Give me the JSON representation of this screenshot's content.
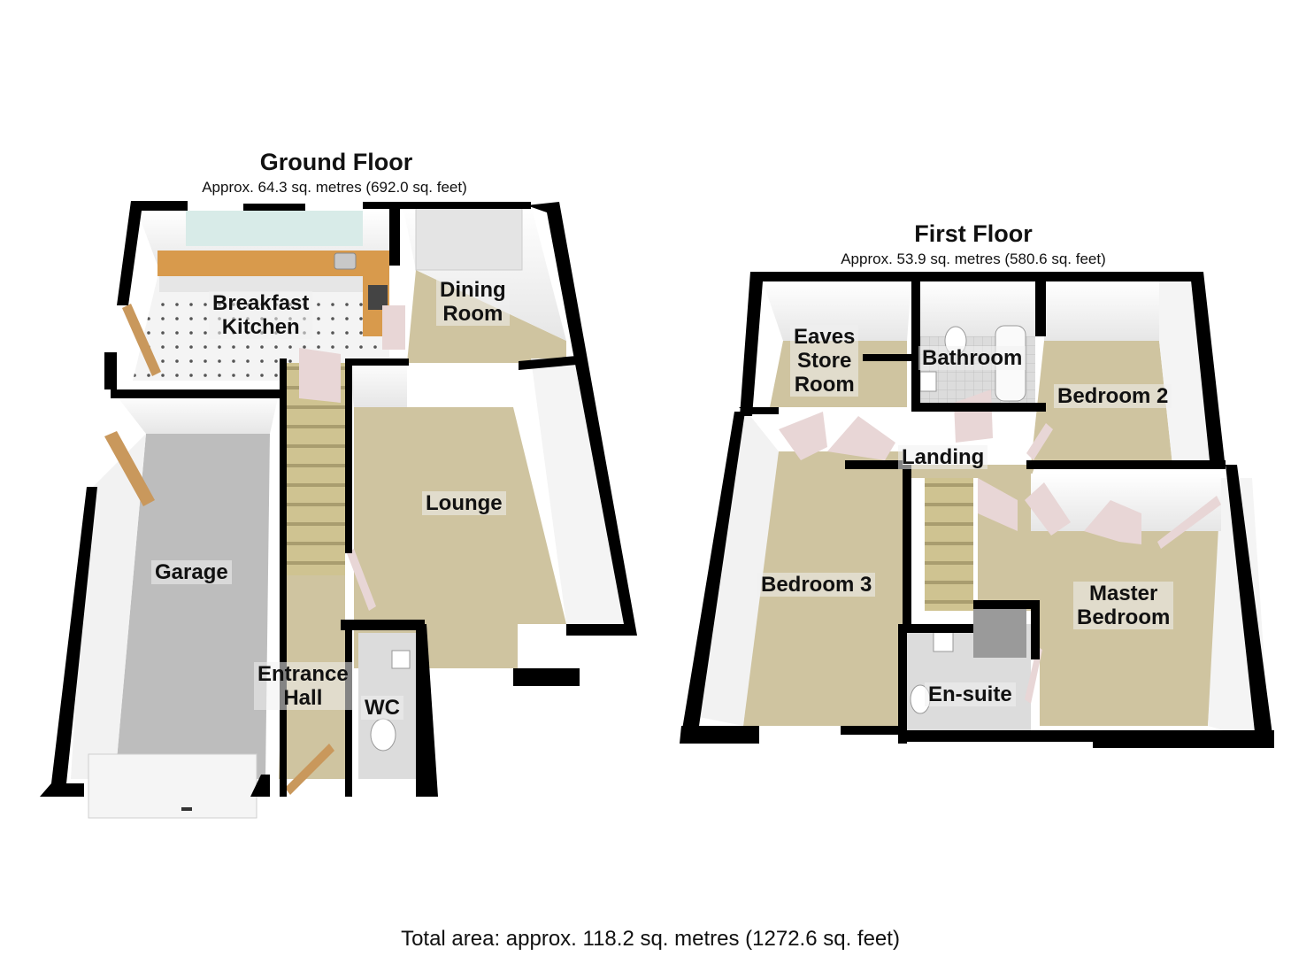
{
  "ground_floor": {
    "title": "Ground Floor",
    "area": "Approx. 64.3 sq. metres (692.0 sq. feet)",
    "rooms": {
      "breakfast_kitchen": [
        "Breakfast",
        "Kitchen"
      ],
      "dining_room": [
        "Dining",
        "Room"
      ],
      "lounge": "Lounge",
      "garage": "Garage",
      "entrance_hall": [
        "Entrance",
        "Hall"
      ],
      "wc": "WC"
    }
  },
  "first_floor": {
    "title": "First Floor",
    "area": "Approx. 53.9 sq. metres (580.6 sq. feet)",
    "rooms": {
      "eaves_store_room": [
        "Eaves",
        "Store",
        "Room"
      ],
      "bathroom": "Bathroom",
      "bedroom_2": "Bedroom 2",
      "landing": "Landing",
      "bedroom_3": "Bedroom 3",
      "master_bedroom": [
        "Master",
        "Bedroom"
      ],
      "en_suite": "En-suite"
    }
  },
  "total_area": "Total area: approx. 118.2 sq. metres (1272.6 sq. feet)",
  "colors": {
    "wall": "#000000",
    "wall_face": "#f4f4f4",
    "carpet": "#cfc4a0",
    "garage_floor": "#bdbdbd",
    "kitchen_floor": "#f2f2f2",
    "worktop": "#d89a4c",
    "stairs": "#cbbf8e",
    "door": "#e8d6d6"
  }
}
